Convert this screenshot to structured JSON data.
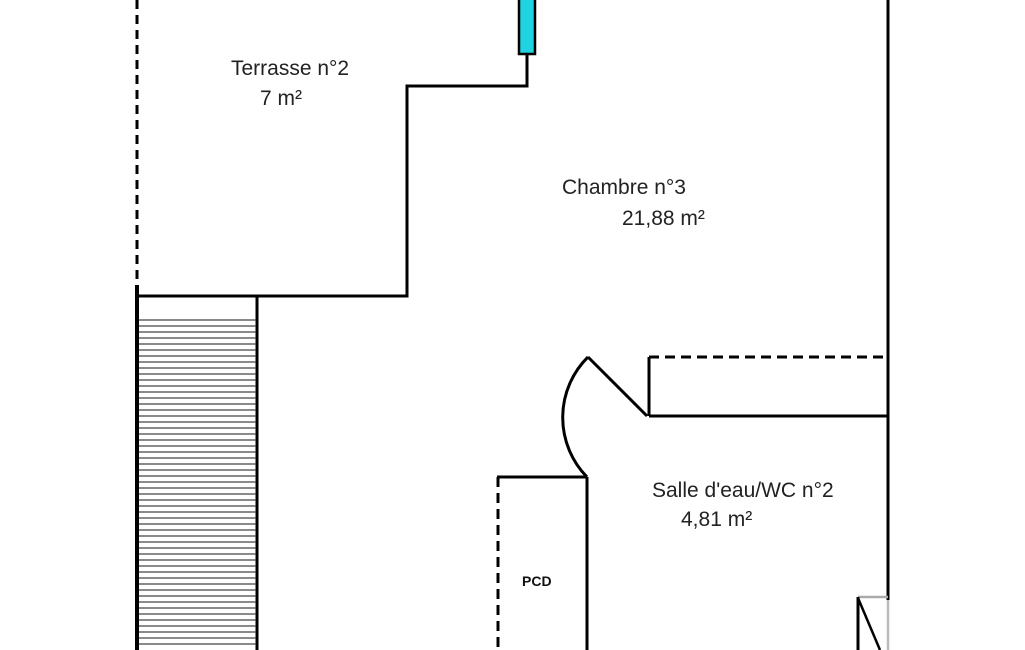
{
  "rooms": {
    "terrasse": {
      "name": "Terrasse n°2",
      "area": "7  m²"
    },
    "chambre": {
      "name": "Chambre n°3",
      "area": "21,88  m²"
    },
    "salle_eau": {
      "name": "Salle d'eau/WC n°2",
      "area": "4,81  m²"
    },
    "pcd": {
      "name": "PCD"
    }
  },
  "colors": {
    "wall": "#000000",
    "window": "#1fd3e0",
    "hatch": "#444444"
  }
}
